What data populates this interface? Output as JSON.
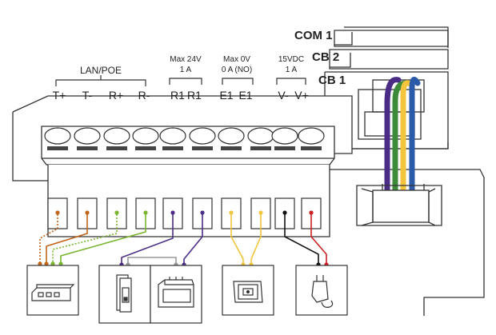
{
  "ports": {
    "com1": "COM 1",
    "cb2": "CB 2",
    "cb1": "CB 1"
  },
  "groups": {
    "lan_poe": "LAN/POE",
    "relay_max_line1": "Max 24V",
    "relay_max_line2": "1 A",
    "exit_max_line1": "Max 0V",
    "exit_max_line2": "0 A (NO)",
    "power_line1": "15VDC",
    "power_line2": "1 A"
  },
  "terminals": [
    "T+",
    "T-",
    "R+",
    "R-",
    "R1",
    "R1",
    "E1",
    "E1",
    "V-",
    "V+"
  ],
  "colors": {
    "wire_orange": "#c0651b",
    "wire_green": "#7ab52f",
    "wire_purple": "#4a2c86",
    "wire_yellow": "#f2c53d",
    "wire_black": "#111111",
    "wire_red": "#cc1f1f",
    "wire_blue": "#2a5aa8",
    "wire_darkgreen": "#3d8a3a",
    "outline": "#333333"
  },
  "devices": [
    "network-switch-icon",
    "electric-strike-lock-icon",
    "din-rail-power-supply-icon",
    "exit-button-icon",
    "power-adapter-icon"
  ]
}
